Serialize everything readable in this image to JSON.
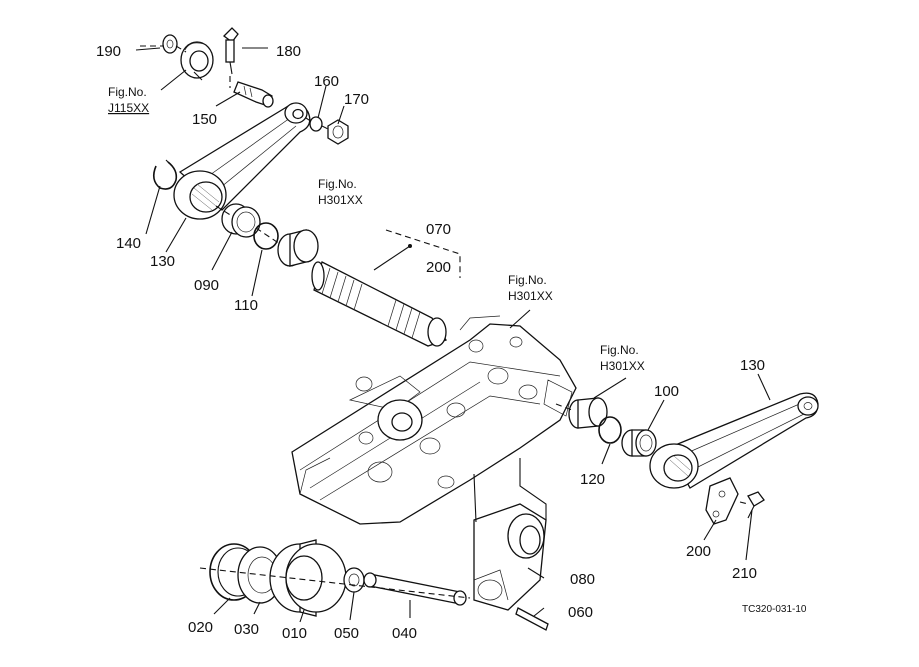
{
  "part_numbers": {
    "p010": "010",
    "p020": "020",
    "p030": "030",
    "p040": "040",
    "p050": "050",
    "p060": "060",
    "p070": "070",
    "p080": "080",
    "p090": "090",
    "p100": "100",
    "p110": "110",
    "p120": "120",
    "p130a": "130",
    "p130b": "130",
    "p140": "140",
    "p150": "150",
    "p160": "160",
    "p170": "170",
    "p180": "180",
    "p190": "190",
    "p200a": "200",
    "p200b": "200",
    "p210": "210"
  },
  "fig_refs": {
    "ref_j115": {
      "title": "Fig.No.",
      "code": "J115XX"
    },
    "ref_h301_top": {
      "title": "Fig.No.",
      "code": "H301XX"
    },
    "ref_h301_mid": {
      "title": "Fig.No.",
      "code": "H301XX"
    },
    "ref_h301_right": {
      "title": "Fig.No.",
      "code": "H301XX"
    }
  },
  "drawing_code": "TC320-031-10"
}
